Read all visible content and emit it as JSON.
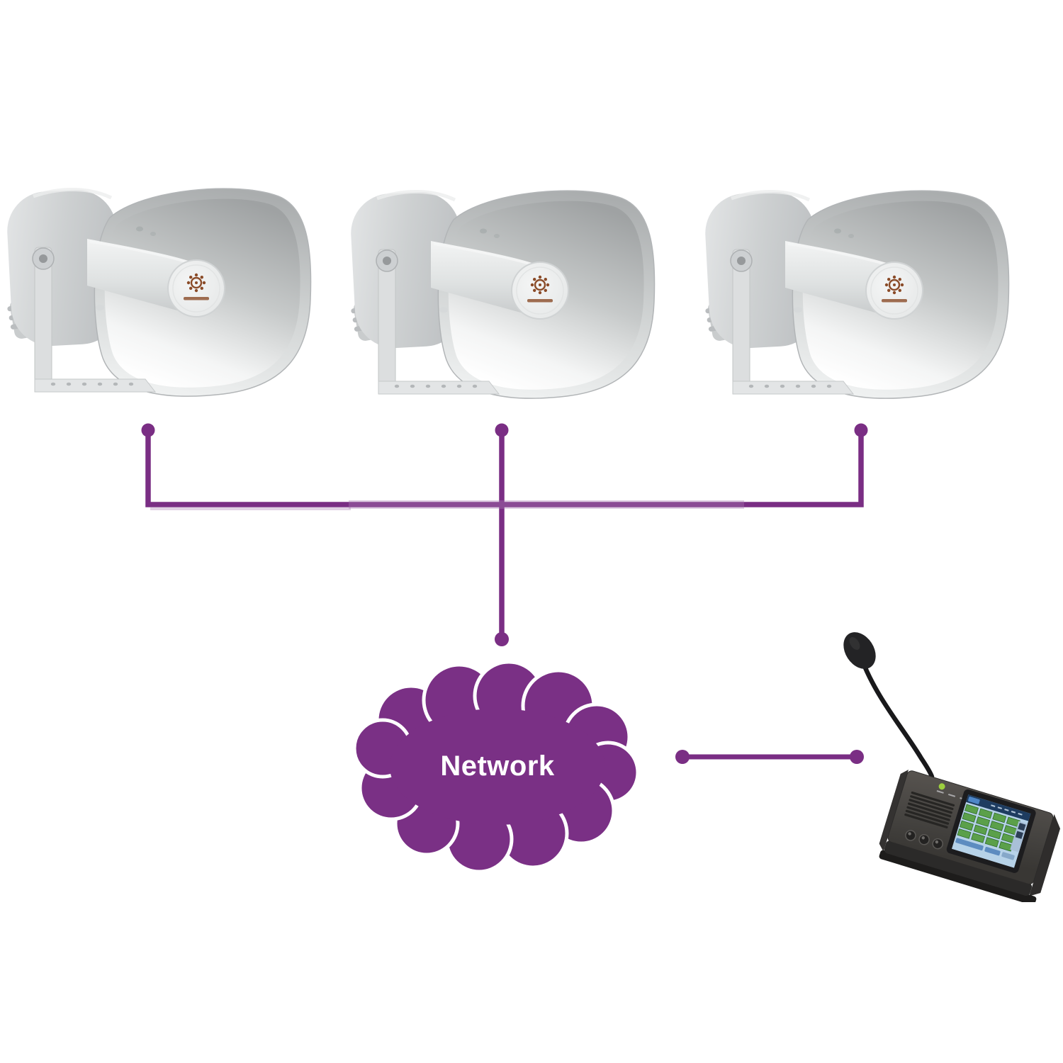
{
  "diagram": {
    "type": "pa-system-network-topology",
    "background": "#ffffff",
    "cloud": {
      "label": "Network",
      "fill": "#7a3085",
      "label_color": "#ffffff"
    },
    "connector": {
      "color": "#7a2e84",
      "highlight_color": "#a97bb3"
    },
    "nodes": {
      "speakers": [
        {
          "name": "horn-speaker-1"
        },
        {
          "name": "horn-speaker-2"
        },
        {
          "name": "horn-speaker-3"
        }
      ],
      "console": {
        "name": "paging-microphone-console",
        "led_color": "#9ccf3e",
        "screen": {
          "bg": "#b6d2e8",
          "topbar": "#1e3c60",
          "button_color": "#5ba04a",
          "bar_color": "#5d8cc0"
        }
      }
    },
    "brand_logo_color": "#8a4b28"
  }
}
